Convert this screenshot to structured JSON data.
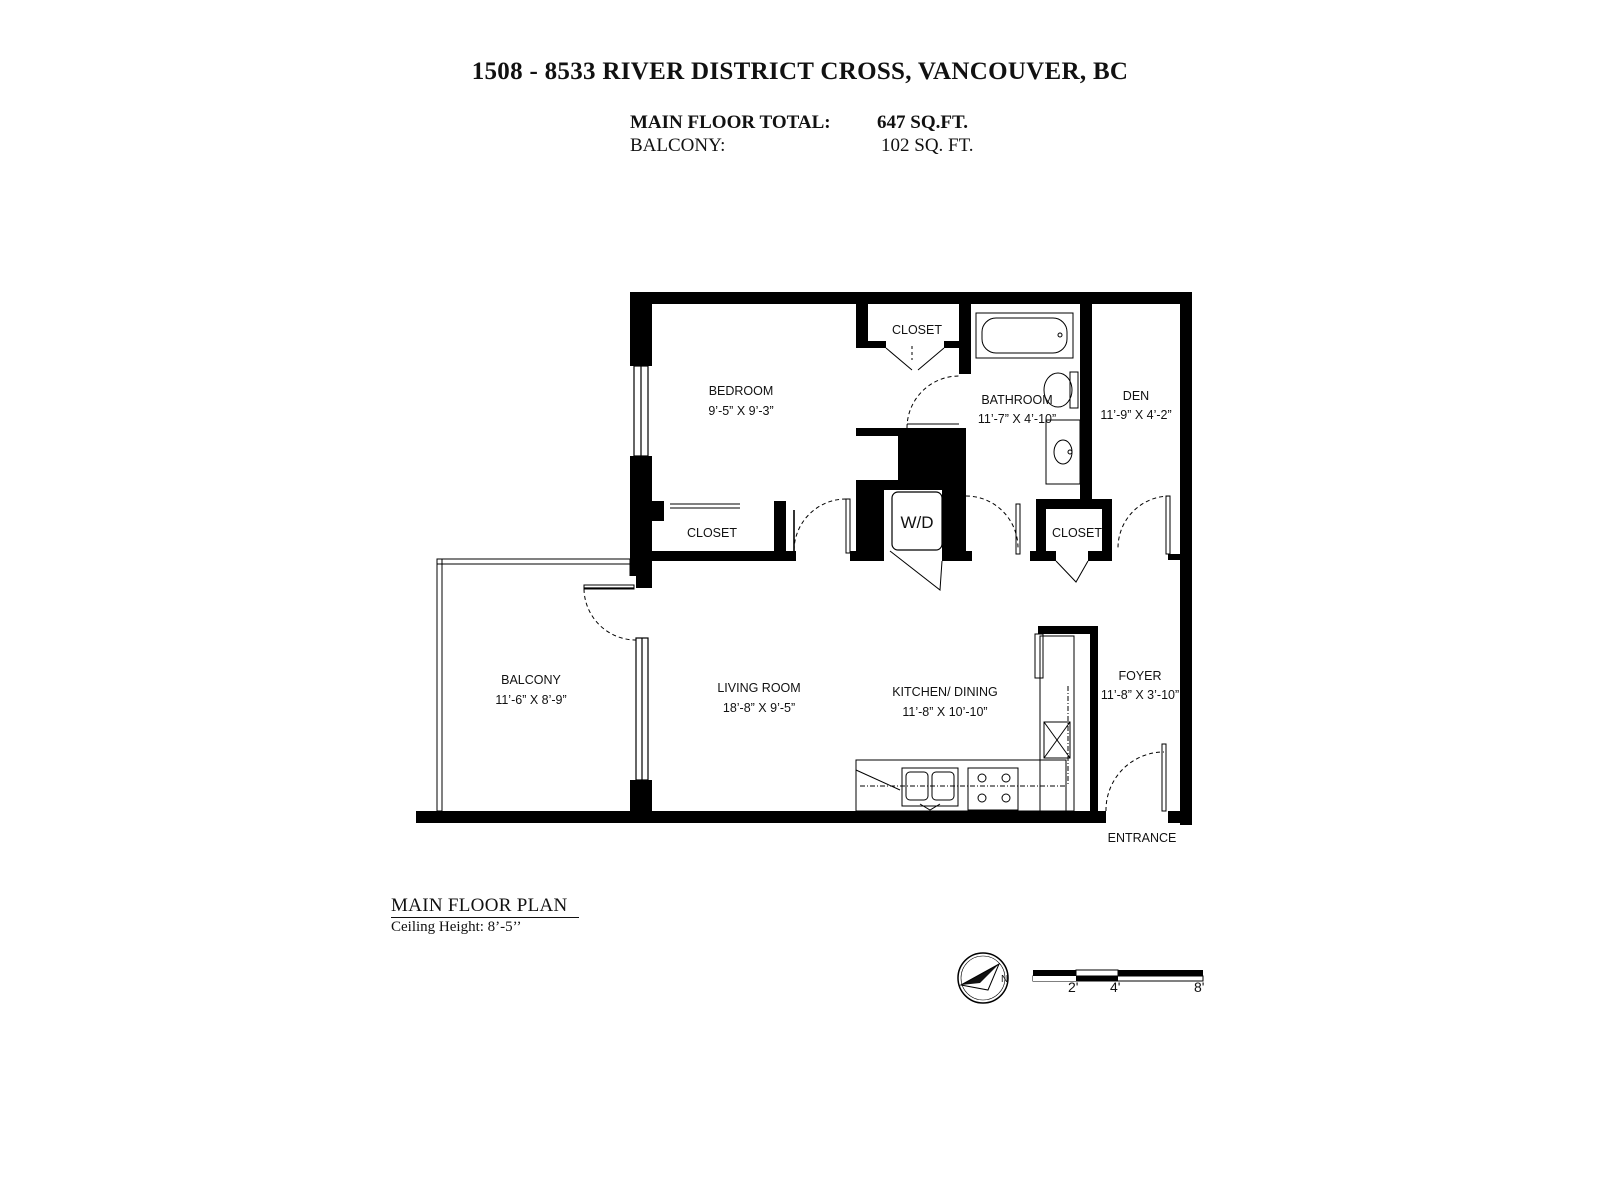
{
  "header": {
    "title": "1508 - 8533 RIVER DISTRICT CROSS, VANCOUVER, BC",
    "main_floor_label": "MAIN FLOOR TOTAL:",
    "main_floor_value": "647 SQ.FT.",
    "balcony_label": "BALCONY:",
    "balcony_value": "102 SQ. FT."
  },
  "rooms": {
    "bedroom": {
      "name": "BEDROOM",
      "size": "9’-5” X 9’-3”"
    },
    "closet_top": {
      "name": "CLOSET"
    },
    "bathroom": {
      "name": "BATHROOM",
      "size": "11’-7” X 4’-10”"
    },
    "den": {
      "name": "DEN",
      "size": "11’-9” X 4’-2”"
    },
    "closet_bedroom": {
      "name": "CLOSET"
    },
    "washer_dryer": {
      "name": "W/D"
    },
    "closet_foyer": {
      "name": "CLOSET"
    },
    "balcony": {
      "name": "BALCONY",
      "size": "11’-6” X 8’-9”"
    },
    "living_room": {
      "name": "LIVING ROOM",
      "size": "18’-8” X 9’-5”"
    },
    "kitchen_dining": {
      "name": "KITCHEN/ DINING",
      "size": "11’-8” X 10’-10”"
    },
    "foyer": {
      "name": "FOYER",
      "size": "11’-8” X 3’-10”"
    },
    "entrance": {
      "name": "ENTRANCE"
    }
  },
  "legend": {
    "plan_title": "MAIN FLOOR PLAN",
    "ceiling_height": "Ceiling Height: 8’-5’’"
  },
  "compass": {
    "north_label": "N"
  },
  "scale_bar": {
    "labels": [
      "2'",
      "4'",
      "8'"
    ]
  }
}
